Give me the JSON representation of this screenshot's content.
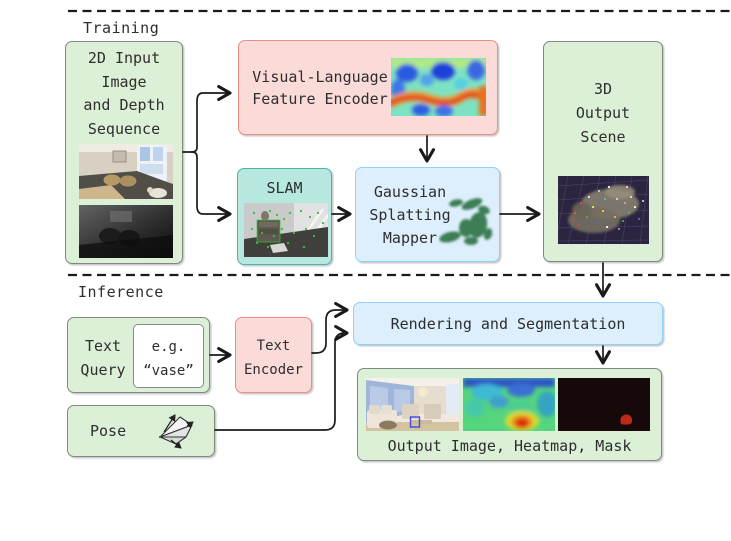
{
  "sections": {
    "training_label": "Training",
    "inference_label": "Inference"
  },
  "training": {
    "input_box": {
      "lines": [
        "2D Input",
        "Image",
        "and Depth",
        "Sequence"
      ],
      "images": [
        "rgb-room-photo",
        "depth-map"
      ]
    },
    "vl_encoder": {
      "lines": [
        "Visual-Language",
        "Feature Encoder"
      ],
      "image": "feature-heatmap"
    },
    "slam": {
      "label": "SLAM",
      "image": "slam-keypoints-frame"
    },
    "gs_mapper": {
      "lines": [
        "Gaussian",
        "Splatting",
        "Mapper"
      ],
      "icon": "gaussian-splat-bunny"
    },
    "output_scene": {
      "lines": [
        "3D",
        "Output",
        "Scene"
      ],
      "image": "splat-reconstruction"
    }
  },
  "inference": {
    "text_query": {
      "lines": [
        "Text",
        "Query"
      ],
      "example_lines": [
        "e.g.",
        "“vase”"
      ]
    },
    "text_encoder": {
      "lines": [
        "Text",
        "Encoder"
      ]
    },
    "pose": {
      "label": "Pose",
      "icon": "camera-frustum"
    },
    "rendering": {
      "label": "Rendering and Segmentation"
    },
    "outputs": {
      "caption": "Output Image, Heatmap, Mask",
      "images": [
        "rendered-room",
        "relevance-heatmap",
        "segmentation-mask"
      ]
    }
  },
  "colors": {
    "green_fill": "#dbf0d6",
    "green_border": "#7d8a7d",
    "pink_fill": "#fbdbd7",
    "pink_border": "#ec8e84",
    "teal_fill": "#b7e8e0",
    "teal_border": "#4ab5a8",
    "blue_fill": "#ddeffc",
    "blue_border": "#8fd2f5",
    "text": "#2e2e2e",
    "arrow": "#1a1a1a"
  }
}
